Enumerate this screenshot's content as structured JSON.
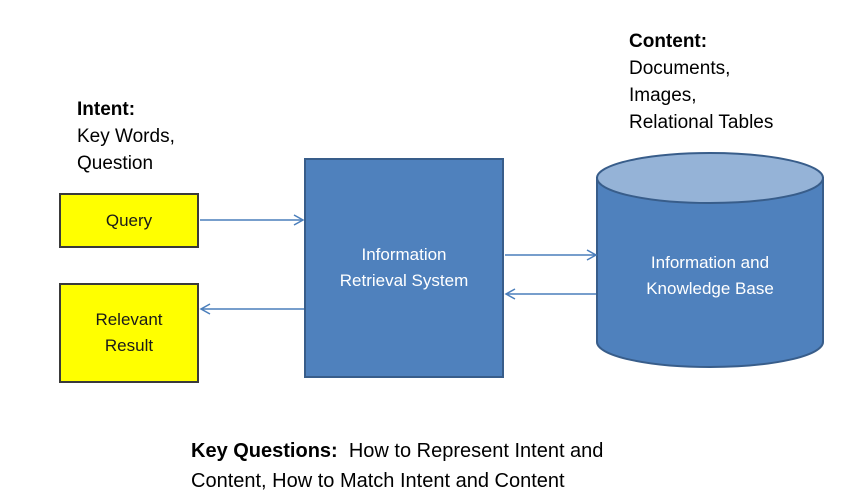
{
  "intent": {
    "heading": "Intent:",
    "lines": [
      "Key Words,",
      "Question"
    ]
  },
  "content": {
    "heading": "Content:",
    "lines": [
      "Documents,",
      "Images,",
      "Relational Tables"
    ]
  },
  "boxes": {
    "query": "Query",
    "relevant_result": [
      "Relevant",
      "Result"
    ],
    "irs": [
      "Information",
      "Retrieval System"
    ],
    "knowledge_base": [
      "Information and",
      "Knowledge Base"
    ]
  },
  "key_questions": {
    "heading": "Key Questions:",
    "line1": "How to Represent Intent and",
    "line2": "Content, How to Match Intent and Content"
  },
  "colors": {
    "yellow_box": "#ffff00",
    "blue_fill": "#4f81bd",
    "blue_border": "#385d8a",
    "cylinder_top": "#95b3d7",
    "arrow": "#4a7ebb"
  }
}
